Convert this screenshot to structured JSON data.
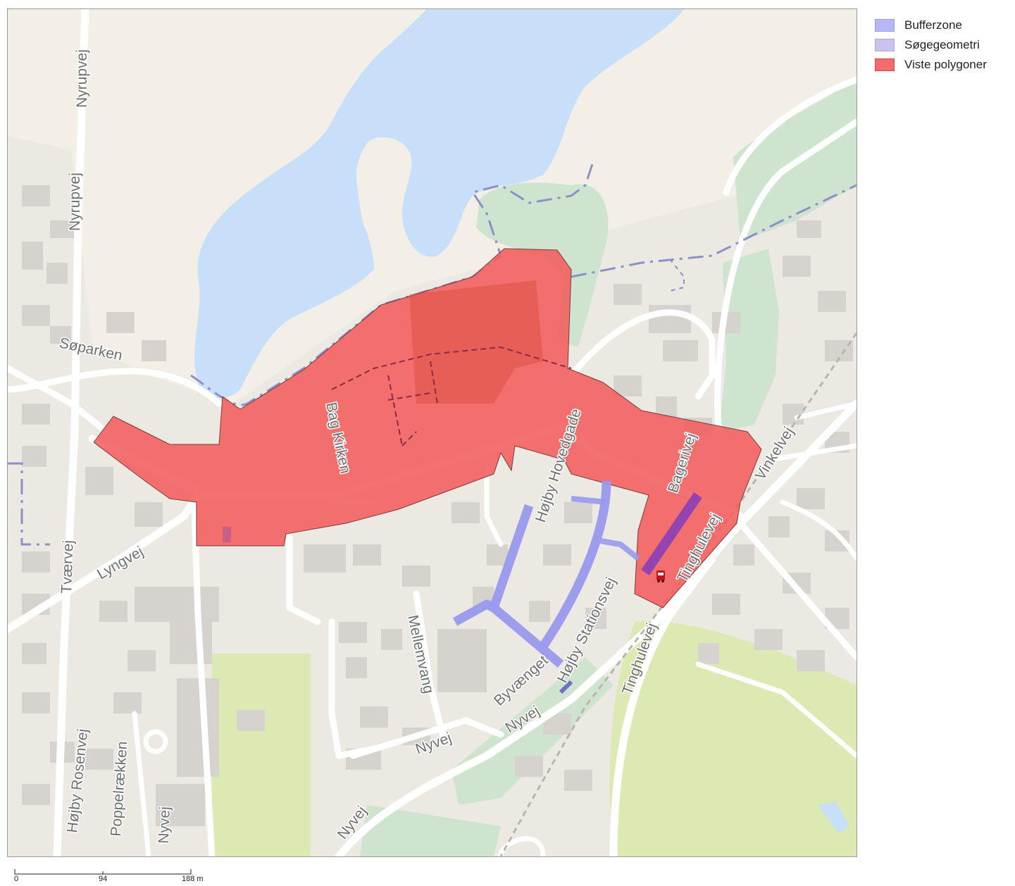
{
  "legend": {
    "items": [
      {
        "label": "Bufferzone",
        "color": "#b7b7f5",
        "border": "#9a9ae0"
      },
      {
        "label": "Søgegeometri",
        "color": "#cbc2ef",
        "border": "#b0a6e0"
      },
      {
        "label": "Viste polygoner",
        "color": "#f26c6c",
        "border": "#cc4a4a"
      }
    ]
  },
  "map": {
    "colors": {
      "land": "#ece9e3",
      "water": "#c8dffa",
      "park": "#cfe4cf",
      "meadow": "#dde9b3",
      "road": "#ffffff",
      "building": "#d6d2cd",
      "polygon_fill": "#f25d5d",
      "search_line": "#9999ee",
      "search_core": "#8a3fb8"
    },
    "street_labels": [
      {
        "id": "nyrupvej-1",
        "text": "Nyrupvej"
      },
      {
        "id": "nyrupvej-2",
        "text": "Nyrupvej"
      },
      {
        "id": "soparken",
        "text": "Søparken"
      },
      {
        "id": "bag-kirken",
        "text": "Bag Kirken"
      },
      {
        "id": "hojby-hovedgade",
        "text": "Højby Hovedgade"
      },
      {
        "id": "bagerivej",
        "text": "Bagerivej"
      },
      {
        "id": "vinkelvej",
        "text": "Vinkelvej"
      },
      {
        "id": "tinghulevej-1",
        "text": "Tinghulevej"
      },
      {
        "id": "tinghulevej-2",
        "text": "Tinghulevej"
      },
      {
        "id": "hojby-stationsvej",
        "text": "Højby Stationsvej"
      },
      {
        "id": "byvaenget",
        "text": "Byvænget"
      },
      {
        "id": "mellemvang",
        "text": "Mellemvang"
      },
      {
        "id": "nyvej-1",
        "text": "Nyvej"
      },
      {
        "id": "nyvej-2",
        "text": "Nyvej"
      },
      {
        "id": "nyvej-3",
        "text": "Nyvej"
      },
      {
        "id": "nyvej-4",
        "text": "Nyvej"
      },
      {
        "id": "lyngvej",
        "text": "Lyngvej"
      },
      {
        "id": "tvaervej",
        "text": "Tværvej"
      },
      {
        "id": "hojby-rosenvej",
        "text": "Højby Rosenvej"
      },
      {
        "id": "poppelraekken",
        "text": "Poppelrækken"
      }
    ]
  },
  "scale_bar": {
    "ticks": [
      "0",
      "94",
      "188 m"
    ]
  }
}
